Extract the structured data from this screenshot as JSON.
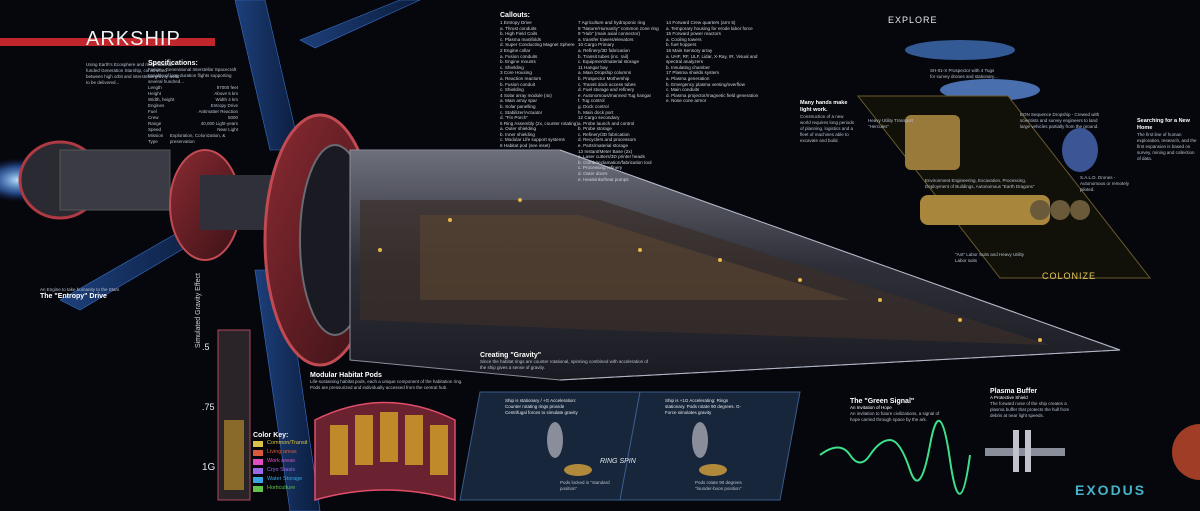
{
  "title": "ARKSHIP",
  "intro_text": "Using Earth's Ecosphere and multi-national funded Generation Starship, constructed between high orbit and interstellar gravity wells to be delivered...",
  "specifications": {
    "heading": "Specifications:",
    "subtitle": "Fusion - Generational Interstellar Spacecraft capable of long-duration flights supporting several hundred...",
    "rows": [
      {
        "label": "Length",
        "value": "87000 feet"
      },
      {
        "label": "Height",
        "value": "Above 5 km"
      },
      {
        "label": "Width, height",
        "value": "Width 4 km"
      },
      {
        "label": "Engines",
        "value": "Entropy Drive"
      },
      {
        "label": "Fuel",
        "value": "Antimatter Reaction"
      },
      {
        "label": "Crew",
        "value": "5000"
      },
      {
        "label": "Range",
        "value": "40,000 Light-years"
      },
      {
        "label": "Speed",
        "value": "Near Light"
      },
      {
        "label": "Mission Type",
        "value": "Exploration, Colonization, & preservation"
      }
    ]
  },
  "entropy_drive": {
    "heading": "The \"Entropy\" Drive",
    "note": "An Engine to take humanity to the Stars"
  },
  "callouts": {
    "heading": "Callouts:",
    "col1": [
      "1 Entropy Drive",
      "a. Thrust conduits",
      "b. High Field Coils",
      "c. Plasma manifolds",
      "d. Super Conducting Magnet Sphere",
      "2 Engine collar",
      "a. Fusion conduits",
      "b. Engine mounts",
      "c. Shielding",
      "3 Core Housing",
      "a. Reaction reactors",
      "b. Fusion conduit",
      "c. Shielding",
      "4 Solar array module (4x)",
      "a. Main array spar",
      "b. Solar panelling",
      "c. Stabilizer/Actuator",
      "d. \"Fin Porch\"",
      "5 Ring Assembly (2x, counter rotating)",
      "a. Outer shielding",
      "b. Inner shielding",
      "c. Modular Life support systems",
      "6 Habitat pod (see inset)"
    ],
    "col2": [
      "7 Agriculture and hydroponic ring",
      "8 \"Nature/Humanity\" common zone ring",
      "9 \"Hub\" (main axial connector)",
      "a. transfer towers/elevators",
      "10 Cargo Primary",
      "a. Refinery/3D fabrication",
      "b. Transit tubes (inc. rail)",
      "c. Equipment/material storage",
      "11 Hangar bay",
      "a. Main Dropship columns",
      "b. Prospector Mothership",
      "c. Transit dock access tubes",
      "d. Fuel storage and refinery",
      "e. Autonomous/manned Tug hangar",
      "f. Tug control",
      "g. Dock control",
      "h. Main dock port",
      "12 Cargo secondary",
      "a. Probe launch and control",
      "b. Probe storage",
      "c. Refinery/3D fabrication",
      "d. Recyclers and processors",
      "e. Parts/material storage",
      "13 Instant/Meter Base (2x)",
      "a. Laser cutters/3D printer heads",
      "b. Comb/reclamation/fabrication tool",
      "c. Processing refinery",
      "d. Outer doors",
      "e. Heatsinks/heat pumps"
    ],
    "col3": [
      "14 Forward Crew quarters (arm 5)",
      "a. Temporary housing for erode labor force",
      "15 Forward power reactors",
      "a. Cooling towers",
      "b. fuel hoppers",
      "16 Main Sensory array",
      "a. UHF, RF, ULF, Lidar, X-Ray, IR, Visual and spectral analyzers",
      "b. Insulating chamber",
      "17 Plasma shields system",
      "a. Plasma generation",
      "b. Emergency plasma venting/overflow",
      "c. Main conduits",
      "d. Plasma projector/magnetic field generation",
      "e. Nose cone armor"
    ]
  },
  "explore": {
    "heading": "EXPLORE",
    "item1": "SH-01-X Prospector with 4 Tugs for survey drones and stationary...",
    "item2": "EON Sequence Dropship - Crewed with scientists and survey engineers to land large vehicles partially from the ground.",
    "item3": "S.A.L.D. Drones - Autonomous or remotely piloted."
  },
  "explore_text": {
    "heading": "Searching for a New Home",
    "body": "The first line of human exploration, research, and the first expansion is based on survey, mining and collection of data."
  },
  "colonize": {
    "heading": "COLONIZE",
    "heavy_lift": "Heavy Utility Transport \"Hercules\"",
    "engineering": "Environment Engineering, Excavation, Processing, Deployment of Buildings, Autonomous \"Earth Dragons\"",
    "hauler": "\"Ant\" Labor Suits and Heavy Utility Labor suits"
  },
  "colonize_text": {
    "heading": "Many hands make light work.",
    "body": "Construction of a new world requires long periods of planning, logistics and a fleet of machines able to excavate and build."
  },
  "creating_gravity": {
    "heading": "Creating \"Gravity\"",
    "body": "Since the habitat rings are counter rotational, spinning combined with acceleration of the ship gives a sense of gravity.",
    "state1": "Ship is stationary / +G Acceleration: Counter rotating rings provide Centrifugal forces to simulate gravity",
    "state2": "Ship is +1G Accelerating: Rings stationary. Pods rotate 90 degrees. G-Force simulates gravity",
    "pod1": "Pods locked in \"standard position\"",
    "pod2": "Pods rotate 90 degrees \"lounder-boon position\"",
    "ring_spin": "RING SPIN"
  },
  "habitat_pods": {
    "heading": "Modular Habitat Pods",
    "body": "Life-sustaining habitat pods, each a unique component of the habitation ring. Pods are pressurized and individually accessed from the central hub."
  },
  "green_signal": {
    "heading": "The \"Green Signal\"",
    "subheading": "An Invitation of Hope",
    "body": "An invitation to future civilizations, a signal of hope carried through space by the ark."
  },
  "plasma_buffer": {
    "heading": "Plasma Buffer",
    "subheading": "A Protective Shield",
    "body": "The forward nose of the ship creates a plasma buffer that protects the hull from debris at near light speeds."
  },
  "color_key": {
    "heading": "Color Key:",
    "items": [
      {
        "label": "Common/Transit",
        "color": "#d9c24a"
      },
      {
        "label": "Living areas",
        "color": "#d85a3a"
      },
      {
        "label": "Work areas",
        "color": "#e04ec1"
      },
      {
        "label": "Cryo Stasis",
        "color": "#9a6ae6"
      },
      {
        "label": "Water Storage",
        "color": "#3aa4e0"
      },
      {
        "label": "Horticulture",
        "color": "#62c24a"
      }
    ]
  },
  "gravity_scale": {
    "label": "Simulated Gravity Effect",
    "ticks": [
      ".5",
      ".75",
      "1G"
    ]
  },
  "brand": "EXODUS",
  "colors": {
    "accent_red": "#c0262b",
    "gold": "#c9a84a",
    "blue_glow": "#59a8ff",
    "brand_cyan": "#45b3c8"
  }
}
